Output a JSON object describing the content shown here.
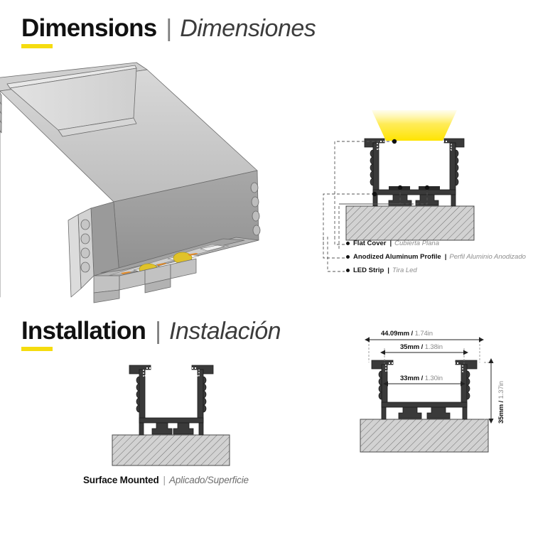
{
  "sections": {
    "dimensions": {
      "title_en": "Dimensions",
      "separator": "|",
      "title_es": "Dimensiones"
    },
    "installation": {
      "title_en": "Installation",
      "separator": "|",
      "title_es": "Instalación"
    }
  },
  "legend": {
    "items": [
      {
        "en": "Flat Cover",
        "sep": "|",
        "es": "Cubierta Plana"
      },
      {
        "en": "Anodized Aluminum Profile",
        "sep": "|",
        "es": "Perfil Aluminio Anodizado"
      },
      {
        "en": "LED Strip",
        "sep": "|",
        "es": "Tira Led"
      }
    ]
  },
  "dimensions_callouts": {
    "outer_width": {
      "mm": "44.09mm",
      "slash": " / ",
      "in": "1.74in"
    },
    "cover_width": {
      "mm": "35mm",
      "slash": " / ",
      "in": "1.38in"
    },
    "inner_width": {
      "mm": "33mm",
      "slash": " / ",
      "in": "1.30in"
    },
    "height": {
      "mm": "35mm",
      "slash": " / ",
      "in": "1.37in"
    }
  },
  "install_caption": {
    "en": "Surface Mounted",
    "sep": "|",
    "es": "Aplicado/Superficie"
  },
  "colors": {
    "accent_yellow": "#f5dc0f",
    "led_glow": "#ffe400",
    "profile_dark": "#3a3a3a",
    "profile_light": "#c9c9c9",
    "substrate": "#d0d0d0",
    "text_dark": "#111111",
    "text_muted": "#8a8a8a"
  }
}
